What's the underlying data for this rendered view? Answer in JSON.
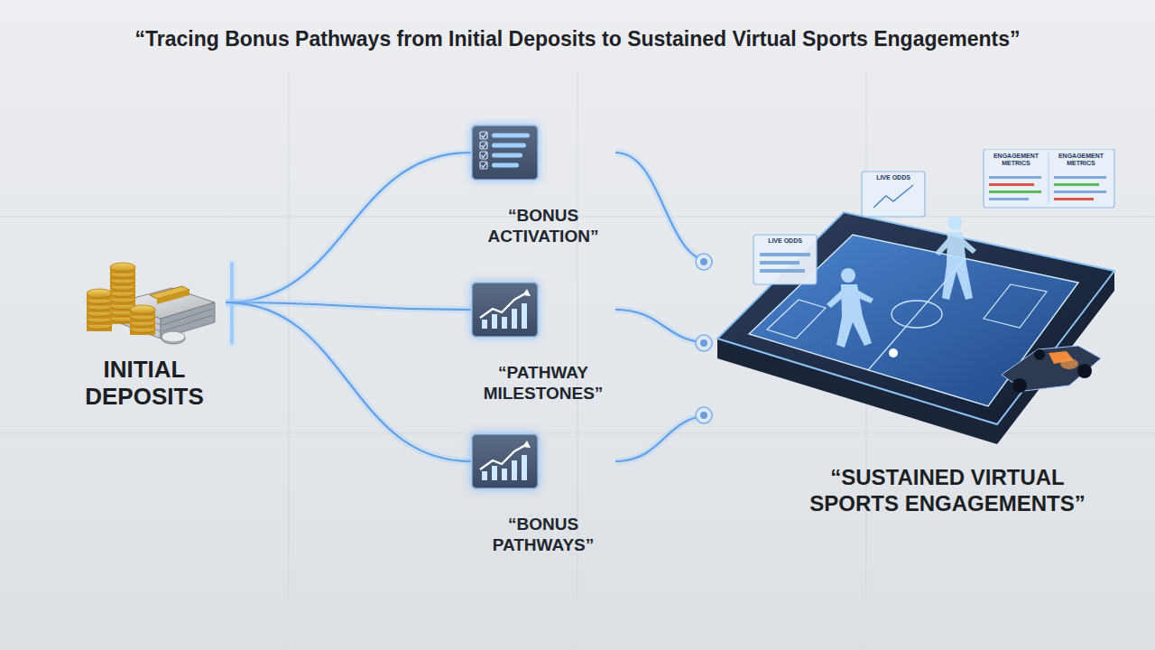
{
  "diagram": {
    "title": "“Tracing Bonus Pathways from Initial Deposits to Sustained Virtual Sports Engagements”",
    "nodes": [
      {
        "text": [
          "INITIAL DEPOSITS"
        ]
      },
      {
        "text": [
          "“BONUS ACTIVATION”"
        ]
      },
      {
        "text": [
          "“PATHWAY MILESTONES”"
        ]
      },
      {
        "text": [
          "“BONUS PATHWAYS”"
        ]
      },
      {
        "text": [
          "“SUSTAINED VIRTUAL SPORTS ENGAGEMENTS”"
        ]
      }
    ],
    "edges": [
      {
        "from": 0,
        "to": 1,
        "arrow": "none"
      },
      {
        "from": 0,
        "to": 2,
        "arrow": "none"
      },
      {
        "from": 0,
        "to": 3,
        "arrow": "none"
      },
      {
        "from": 1,
        "to": 4,
        "arrow": "none"
      },
      {
        "from": 2,
        "to": 4,
        "arrow": "none"
      },
      {
        "from": 3,
        "to": 4,
        "arrow": "none"
      }
    ],
    "labels": [
      "LIVE ODDS",
      "LIVE ODDS",
      "ENGAGEMENT METRICS",
      "ENGAGEMENT METRICS"
    ]
  }
}
